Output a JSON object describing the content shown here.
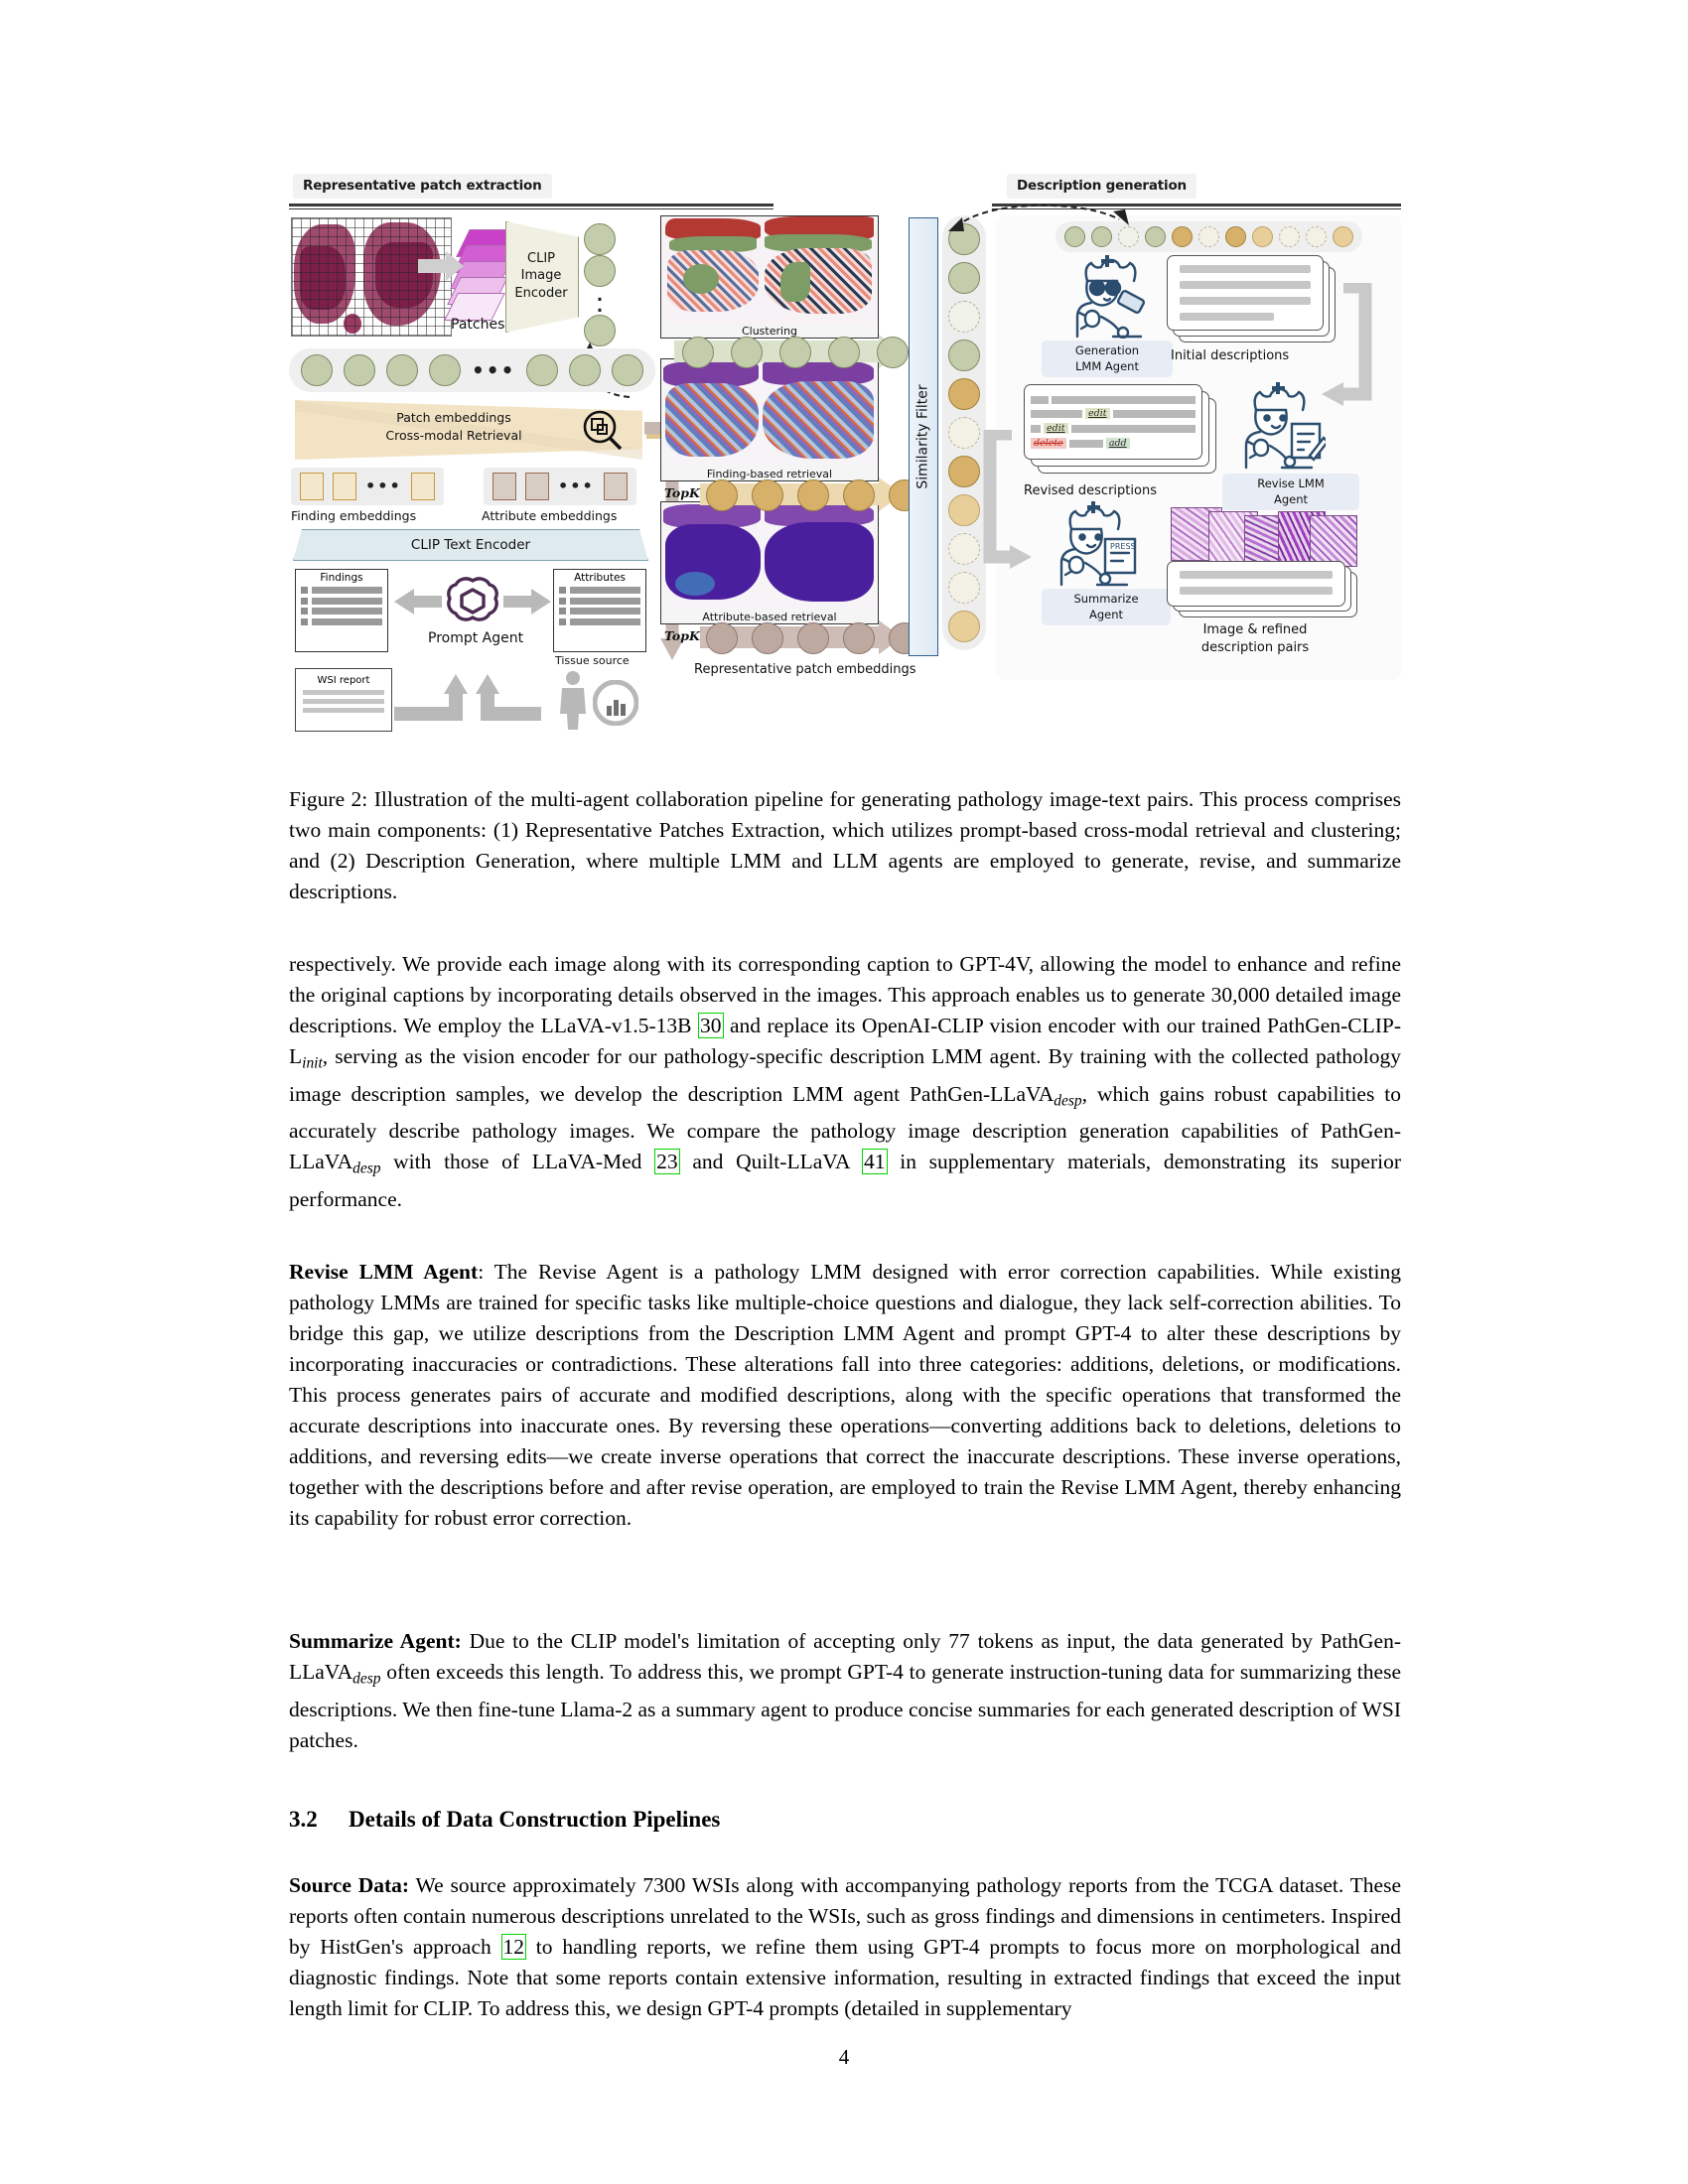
{
  "figure": {
    "left_section_title": "Representative patch extraction",
    "right_section_title": "Description generation",
    "labels": {
      "clip_image_encoder": "CLIP\nImage\nEncoder",
      "clip_image_encoder_l1": "CLIP",
      "clip_image_encoder_l2": "Image",
      "clip_image_encoder_l3": "Encoder",
      "patches": "Patches",
      "clustering": "Clustering",
      "patch_embeddings": "Patch embeddings",
      "cross_modal_retrieval": "Cross-modal Retrieval",
      "finding_embeddings": "Finding embeddings",
      "attribute_embeddings": "Attribute embeddings",
      "clip_text_encoder": "CLIP Text Encoder",
      "findings": "Findings",
      "attributes": "Attributes",
      "prompt_agent": "Prompt Agent",
      "tissue_source": "Tissue source",
      "wsi_report": "WSI report",
      "finding_based_retrieval": "Finding-based retrieval",
      "attribute_based_retrieval": "Attribute-based retrieval",
      "topk": "TopK",
      "representative_patch_embeddings": "Representative patch embeddings",
      "similarity_filter": "Similarity Filter",
      "generation_lmm_agent_l1": "Generation",
      "generation_lmm_agent_l2": "LMM Agent",
      "initial_descriptions": "Initial descriptions",
      "revised_descriptions": "Revised descriptions",
      "revise_lmm_agent_l1": "Revise  LMM",
      "revise_lmm_agent_l2": "Agent",
      "summarize_agent_l1": "Summarize",
      "summarize_agent_l2": "Agent",
      "image_refined_pairs_l1": "Image & refined",
      "image_refined_pairs_l2": "description pairs",
      "edit": "edit",
      "add": "add",
      "delete": "delete",
      "press": "PRESS"
    },
    "colors": {
      "patch_dot": "#c3ccab",
      "gold_dot": "#d7b06a",
      "mauve_dot": "#bda9a0",
      "retrieval_band": "#f2e3c4",
      "text_encoder": "#dfeaef",
      "similarity_filter_border": "#2f5f8f",
      "agent_label_bg": "#e8edf5"
    }
  },
  "caption": {
    "label": "Figure 2:",
    "text": " Illustration of the multi-agent collaboration pipeline for generating pathology image-text pairs. This process comprises two main components: (1) Representative Patches Extraction, which utilizes prompt-based cross-modal retrieval and clustering; and (2) Description Generation, where multiple LMM and LLM agents are employed to generate, revise, and summarize descriptions."
  },
  "body": {
    "para1_a": "respectively. We provide each image along with its corresponding caption to GPT-4V, allowing the model to enhance and refine the original captions by incorporating details observed in the images. This approach enables us to generate 30,000 detailed image descriptions. We employ the LLaVA-v1.5-13B ",
    "para1_cite1": "30",
    "para1_b": " and replace its OpenAI-CLIP vision encoder with our trained PathGen-CLIP-L",
    "para1_sub1": "init",
    "para1_c": ", serving as the vision encoder for our pathology-specific description LMM agent. By training with the collected pathology image description samples, we develop the description LMM agent PathGen-LLaVA",
    "para1_sub2": "desp",
    "para1_d": ", which gains robust capabilities to accurately describe pathology images. We compare the pathology image description generation capabilities of PathGen-LLaVA",
    "para1_sub3": "desp",
    "para1_e": " with those of LLaVA-Med ",
    "para1_cite2": "23",
    "para1_f": " and Quilt-LLaVA ",
    "para1_cite3": "41",
    "para1_g": " in supplementary materials, demonstrating its superior performance.",
    "para2_head": "Revise LMM Agent",
    "para2_text": ": The Revise Agent is a pathology LMM designed with error correction capabilities. While existing pathology LMMs are trained for specific tasks like multiple-choice questions and dialogue, they lack self-correction abilities. To bridge this gap, we utilize descriptions from the Description LMM Agent and prompt GPT-4 to alter these descriptions by incorporating inaccuracies or contradictions. These alterations fall into three categories: additions, deletions, or modifications. This process generates pairs of accurate and modified descriptions, along with the specific operations that transformed the accurate descriptions into inaccurate ones. By reversing these operations—converting additions back to deletions, deletions to additions, and reversing edits—we create inverse operations that correct the inaccurate descriptions. These inverse operations, together with the descriptions before and after revise operation, are employed to train the Revise LMM Agent, thereby enhancing its capability for robust error correction.",
    "para3_head": "Summarize Agent:",
    "para3_a": " Due to the CLIP model's limitation of accepting only 77 tokens as input, the data generated by PathGen-LLaVA",
    "para3_sub": "desp",
    "para3_b": " often exceeds this length. To address this, we prompt GPT-4 to generate instruction-tuning data for summarizing these descriptions. We then fine-tune Llama-2 as a summary agent to produce concise summaries for each generated description of WSI patches.",
    "section_number": "3.2",
    "section_title": "Details of Data Construction Pipelines",
    "para4_head": "Source Data:",
    "para4_a": " We source approximately 7300 WSIs along with accompanying pathology reports from the TCGA dataset. These reports often contain numerous descriptions unrelated to the WSIs, such as gross findings and dimensions in centimeters. Inspired by HistGen's approach ",
    "para4_cite": "12",
    "para4_b": " to handling reports, we refine them using GPT-4 prompts to focus more on morphological and diagnostic findings. Note that some reports contain extensive information, resulting in extracted findings that exceed the input length limit for CLIP. To address this, we design GPT-4 prompts (detailed in supplementary"
  },
  "footer": {
    "page_number": "4"
  }
}
